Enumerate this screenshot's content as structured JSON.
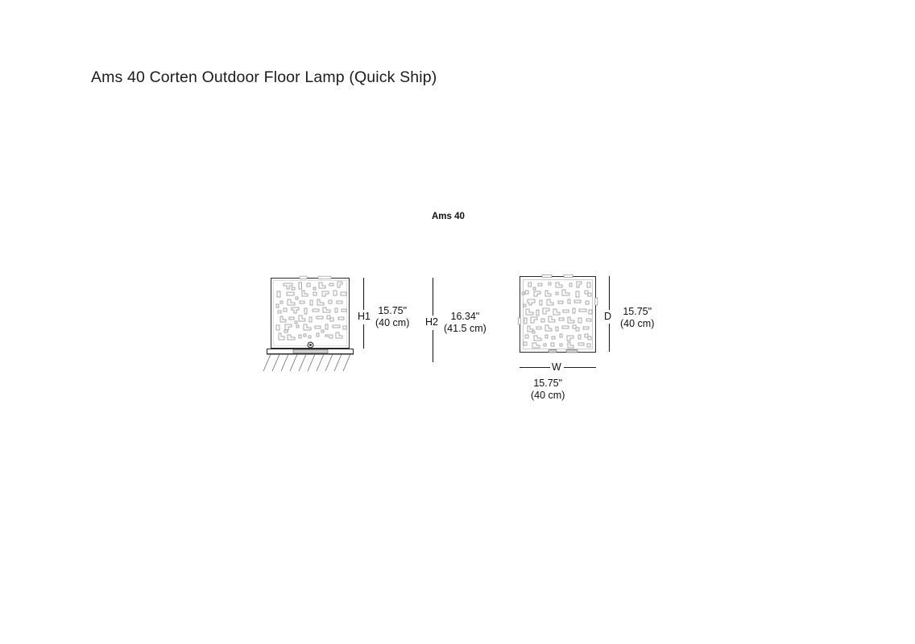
{
  "page": {
    "title": "Ams 40 Corten Outdoor Floor Lamp (Quick Ship)",
    "background_color": "#ffffff",
    "line_color": "#1a1a1a",
    "detail_color": "#8a8a8a"
  },
  "product": {
    "name": "Ams 40"
  },
  "dimensions": {
    "h1": {
      "label": "H1",
      "inches": "15.75\"",
      "metric": "(40 cm)"
    },
    "h2": {
      "label": "H2",
      "inches": "16.34\"",
      "metric": "(41.5 cm)"
    },
    "d": {
      "label": "D",
      "inches": "15.75\"",
      "metric": "(40 cm)"
    },
    "w": {
      "label": "W",
      "inches": "15.75\"",
      "metric": "(40 cm)"
    }
  },
  "views": {
    "front_elevation": {
      "name": "front-elevation-view",
      "description": "perforated square lamp body on base with ground hatching"
    },
    "plan": {
      "name": "plan-view",
      "description": "top view square with perforation pattern"
    }
  }
}
